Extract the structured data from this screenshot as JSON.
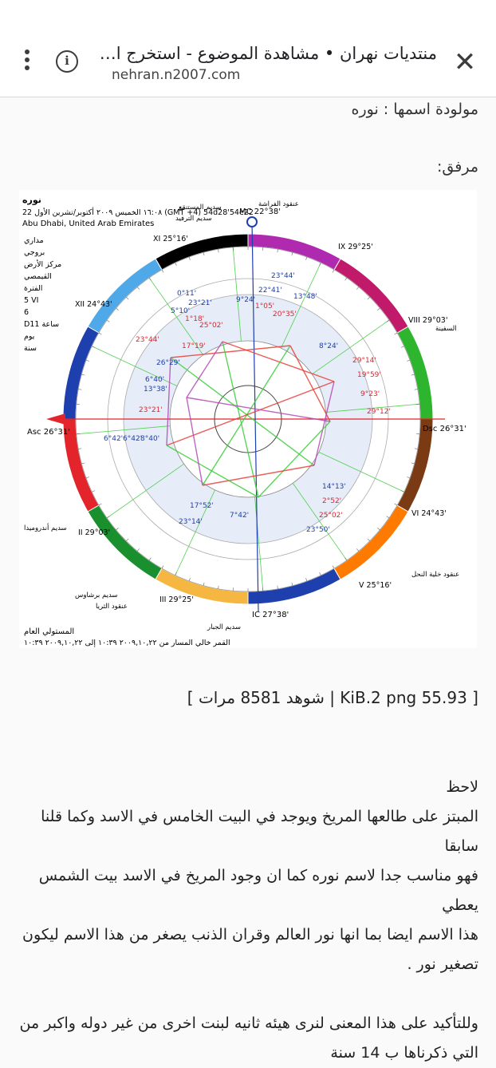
{
  "browser": {
    "title": "منتديات نهران • مشاهدة الموضوع - استخرج اس..",
    "url": "nehran.n2007.com",
    "close_icon": "close-icon",
    "info_icon": "info-icon",
    "menu_icon": "more-vert-icon"
  },
  "post": {
    "born_line": "مولودة اسمها : نوره",
    "attachment_label": "مرفق:",
    "file_info": "[ 55.93 KiB.2 png | شوهد 8581 مرات ]",
    "note_title": "لاحظ",
    "paragraph1_lines": [
      "المبتز على طالعها المريخ ويوجد في البيت الخامس في الاسد وكما قلنا سابقا",
      "فهو مناسب جدا لاسم نوره كما ان وجود المريخ في الاسد بيت الشمس يعطي",
      "هذا الاسم ايضا بما انها نور العالم وقران الذنب يصغر من هذا الاسم ليكون",
      "تصغير نور ."
    ],
    "paragraph2_lines": [
      "وللتأكيد على هذا المعنى لنرى هيئه ثانيه لبنت اخرى من غير دوله واكبر من",
      "التي ذكرناها ب 14 سنة"
    ]
  },
  "chart": {
    "name": "نوره",
    "date_line": "22 ١٦:٠٨ الخميس ٢٠٠٩ أكتوبر/تشرين الأول (GMT +4) 54d28'54e22",
    "place": "Abu Dhabi, United Arab Emirates",
    "left_list": [
      "مداري",
      "بروجي",
      "مركز الأرض",
      "القيمصي",
      "الفترة",
      "5 VI",
      "6",
      "D11 ساعة",
      "يوم",
      "سنة"
    ],
    "top_labels": [
      "عنقود الفراشة",
      "سديم المستنقع",
      "سديم الترفيد"
    ],
    "right_labels": [
      "السفينة",
      "عنقود خلية النحل"
    ],
    "left_bottom_labels": [
      "سديم أندروميدا",
      "سديم برشاوس",
      "عنقود الثريا",
      "سديم الجبار"
    ],
    "footer_line1": "المستولي العام",
    "footer_line2": "القمر خالي المسار من ٢٠٠٩,١٠,٢٢ ١٠:٣٩ إلى ٢٠٠٩,١٠,٢٢ ١٠:٣٩",
    "angles": {
      "asc": "Asc 26°31'",
      "dsc": "Dsc 26°31'",
      "mc": "MC 22°38'",
      "ic": "IC 27°38'"
    },
    "house_labels": [
      "XI 25°16'",
      "XII 24°43'",
      "II 29°03'",
      "III 29°25'",
      "V 25°16'",
      "VI 24°43'",
      "VIII 29°03'",
      "IX 29°25'"
    ],
    "planet_labels": [
      "23°44'",
      "22°41'",
      "13°48'",
      "9°24'",
      "1°05'",
      "20°35'",
      "25°02'",
      "1°18'",
      "23°21'",
      "0°11'",
      "5°10'",
      "17°19'",
      "23°44'",
      "26°29'",
      "6°40'",
      "13°38'",
      "23°21'",
      "6°42'",
      "6°42'",
      "8°40'",
      "8°24'",
      "29°14'",
      "19°59'",
      "9°23'",
      "29°12'",
      "14°13'",
      "2°52'",
      "25°02'",
      "23°50'",
      "17°52'",
      "23°14'",
      "7°42'"
    ],
    "colors": {
      "ring_fire": "#e3242b",
      "ring_earth": "#1a8f2e",
      "ring_air": "#f5b642",
      "ring_water": "#1e3fae",
      "aspect_red": "#e8413a",
      "aspect_green": "#3ccf3c",
      "aspect_purple": "#b44ab4"
    }
  }
}
